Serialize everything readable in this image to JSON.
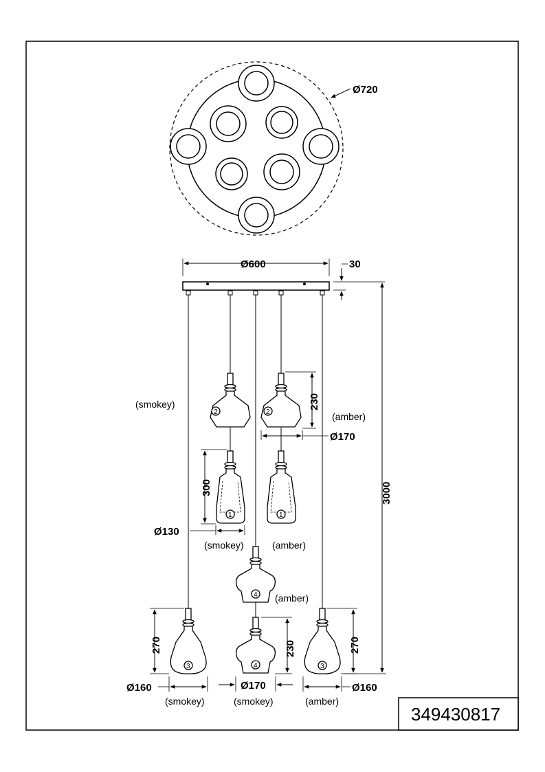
{
  "top_view": {
    "diameter_label": "Ø720"
  },
  "canopy": {
    "width_label": "Ø600",
    "height_label": "30"
  },
  "overall": {
    "height_label": "3000"
  },
  "pendants": {
    "shade2": {
      "height_label": "230",
      "diameter_label": "Ø170",
      "left_label": "(smokey)",
      "right_label": "(amber)",
      "number": "2"
    },
    "shade1": {
      "height_label": "300",
      "diameter_label": "Ø130",
      "left_label": "(smokey)",
      "right_label": "(amber)",
      "number": "1"
    },
    "shade4_mid": {
      "label": "(amber)",
      "number": "4"
    },
    "bottom_left": {
      "height_label": "270",
      "diameter_label": "Ø160",
      "label": "(smokey)",
      "number": "3"
    },
    "bottom_center": {
      "height_label": "230",
      "diameter_label": "Ø170",
      "label": "(smokey)",
      "number": "4"
    },
    "bottom_right": {
      "height_label": "270",
      "diameter_label": "Ø160",
      "label": "(amber)",
      "number": "3"
    }
  },
  "article_number": "349430817"
}
